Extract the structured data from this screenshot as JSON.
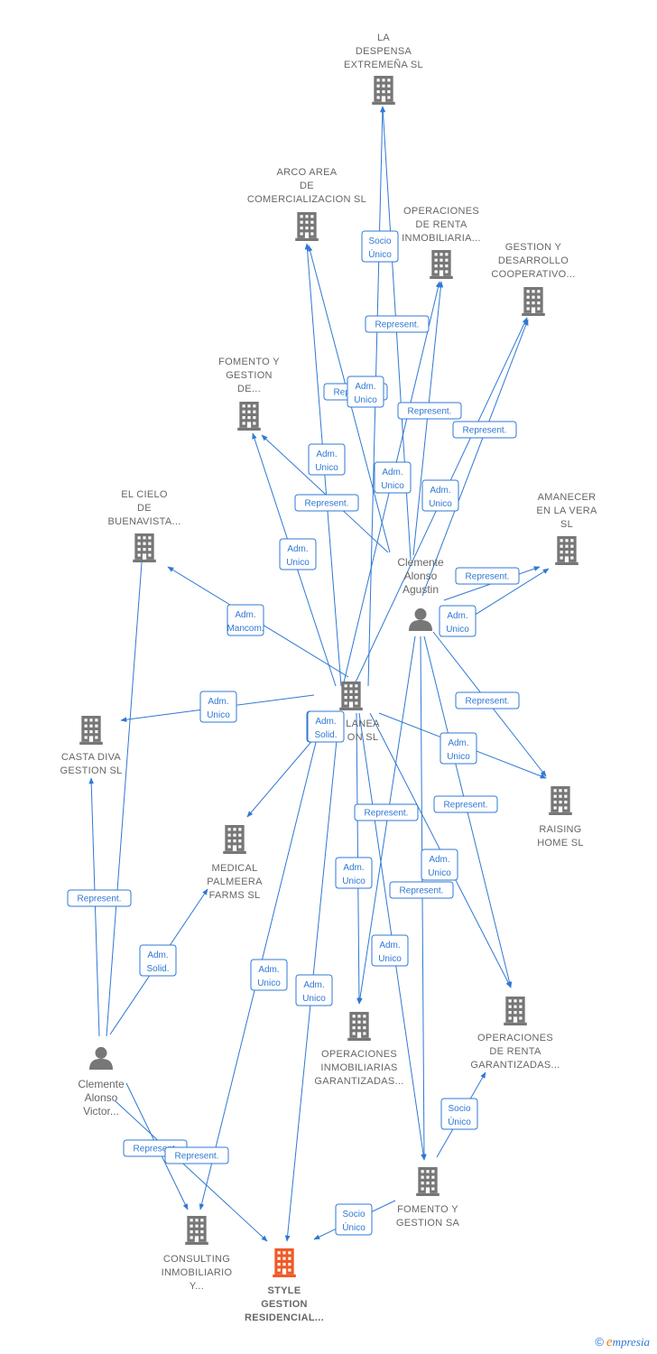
{
  "colors": {
    "edge": "#2f78d4",
    "node": "#777777",
    "focus": "#f05a28",
    "label": "#666666"
  },
  "nodes": [
    {
      "id": "despensa",
      "type": "company",
      "label": [
        "LA",
        "DESPENSA",
        "EXTREMEÑA SL"
      ]
    },
    {
      "id": "arco",
      "type": "company",
      "label": [
        "ARCO AREA",
        "DE",
        "COMERCIALIZACION SL"
      ]
    },
    {
      "id": "oprenta_top",
      "type": "company",
      "label": [
        "OPERACIONES",
        "DE RENTA",
        "INMOBILIARIA..."
      ]
    },
    {
      "id": "gestion_coop",
      "type": "company",
      "label": [
        "GESTION Y",
        "DESARROLLO",
        "COOPERATIVO..."
      ]
    },
    {
      "id": "fomento_gestion_de",
      "type": "company",
      "label": [
        "FOMENTO Y",
        "GESTION",
        "DE..."
      ]
    },
    {
      "id": "cielo",
      "type": "company",
      "label": [
        "EL CIELO",
        "DE",
        "BUENAVISTA..."
      ]
    },
    {
      "id": "amanecer",
      "type": "company",
      "label": [
        "AMANECER",
        "EN LA VERA",
        "SL"
      ]
    },
    {
      "id": "clemente_agustin",
      "type": "person",
      "label": [
        "Clemente",
        "Alonso",
        "Agustin"
      ]
    },
    {
      "id": "lanea",
      "type": "company",
      "label": [
        "LANEA",
        "ON  SL"
      ]
    },
    {
      "id": "casta",
      "type": "company",
      "label": [
        "CASTA DIVA",
        "GESTION SL"
      ]
    },
    {
      "id": "raising",
      "type": "company",
      "label": [
        "RAISING",
        "HOME SL"
      ]
    },
    {
      "id": "medical",
      "type": "company",
      "label": [
        "MEDICAL",
        "PALMEERA",
        "FARMS  SL"
      ]
    },
    {
      "id": "opinm",
      "type": "company",
      "label": [
        "OPERACIONES",
        "INMOBILIARIAS",
        "GARANTIZADAS..."
      ]
    },
    {
      "id": "oprenta_gar",
      "type": "company",
      "label": [
        "OPERACIONES",
        "DE RENTA",
        "GARANTIZADAS..."
      ]
    },
    {
      "id": "clemente_victor",
      "type": "person",
      "label": [
        "Clemente",
        "Alonso",
        "Victor..."
      ]
    },
    {
      "id": "fomento_sa",
      "type": "company",
      "label": [
        "FOMENTO Y",
        "GESTION SA"
      ]
    },
    {
      "id": "consulting",
      "type": "company",
      "label": [
        "CONSULTING",
        "INMOBILIARIO",
        "Y..."
      ]
    },
    {
      "id": "style",
      "type": "focus",
      "label": [
        "STYLE",
        "GESTION",
        "RESIDENCIAL..."
      ]
    }
  ],
  "edge_labels": [
    "Socio Único",
    "Represent.",
    "Represent.",
    "Adm. Unico",
    "Represent.",
    "Represent.",
    "Adm. Unico",
    "Represent.",
    "Adm. Unico",
    "Adm. Unico",
    "Adm. Unico",
    "Represent.",
    "Adm. Mancom.",
    "Adm. Unico",
    "Adm. Unico",
    "Adm. Unico",
    "Adm. Solid.",
    "Represent.",
    "Adm. Unico",
    "Represent.",
    "Represent.",
    "Represent.",
    "Adm. Unico",
    "Adm. Unico",
    "Represent.",
    "Adm. Unico",
    "Adm. Solid.",
    "Adm. Unico",
    "Adm. Unico",
    "Socio Único",
    "Represent.",
    "Represent.",
    "Socio Único"
  ],
  "brand": {
    "copyright": "©",
    "initial": "e",
    "name": "mpresia"
  }
}
